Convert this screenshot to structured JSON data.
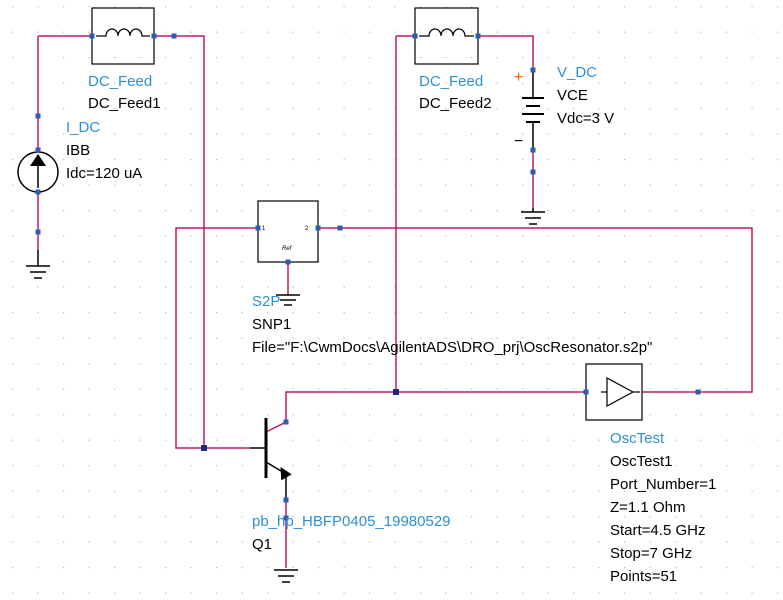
{
  "colors": {
    "wire": "#c0186a",
    "component": "#000000",
    "pin": "#2a5db0",
    "type_label": "#2f8fd6",
    "plus_sign": "#ff6600",
    "grid_dot": "#b8b8b8",
    "background": "#ffffff"
  },
  "components": {
    "dc_feed1": {
      "type": "DC_Feed",
      "instance": "DC_Feed1"
    },
    "dc_feed2": {
      "type": "DC_Feed",
      "instance": "DC_Feed2"
    },
    "i_dc": {
      "type": "I_DC",
      "instance": "IBB",
      "param": "Idc=120 uA"
    },
    "v_dc": {
      "type": "V_DC",
      "instance": "VCE",
      "param": "Vdc=3 V"
    },
    "s2p": {
      "type": "S2P",
      "instance": "SNP1",
      "param": "File=\"F:\\CwmDocs\\AgilentADS\\DRO_prj\\OscResonator.s2p\"",
      "pin1": "1",
      "pin2": "2",
      "ref": "Ref"
    },
    "transistor": {
      "type": "pb_hp_HBFP0405_19980529",
      "instance": "Q1"
    },
    "osctest": {
      "type": "OscTest",
      "instance": "OscTest1",
      "params": [
        "Port_Number=1",
        "Z=1.1 Ohm",
        "Start=4.5 GHz",
        "Stop=7 GHz",
        "Points=51"
      ]
    }
  },
  "symbols": {
    "plus": "+",
    "minus": "−"
  }
}
